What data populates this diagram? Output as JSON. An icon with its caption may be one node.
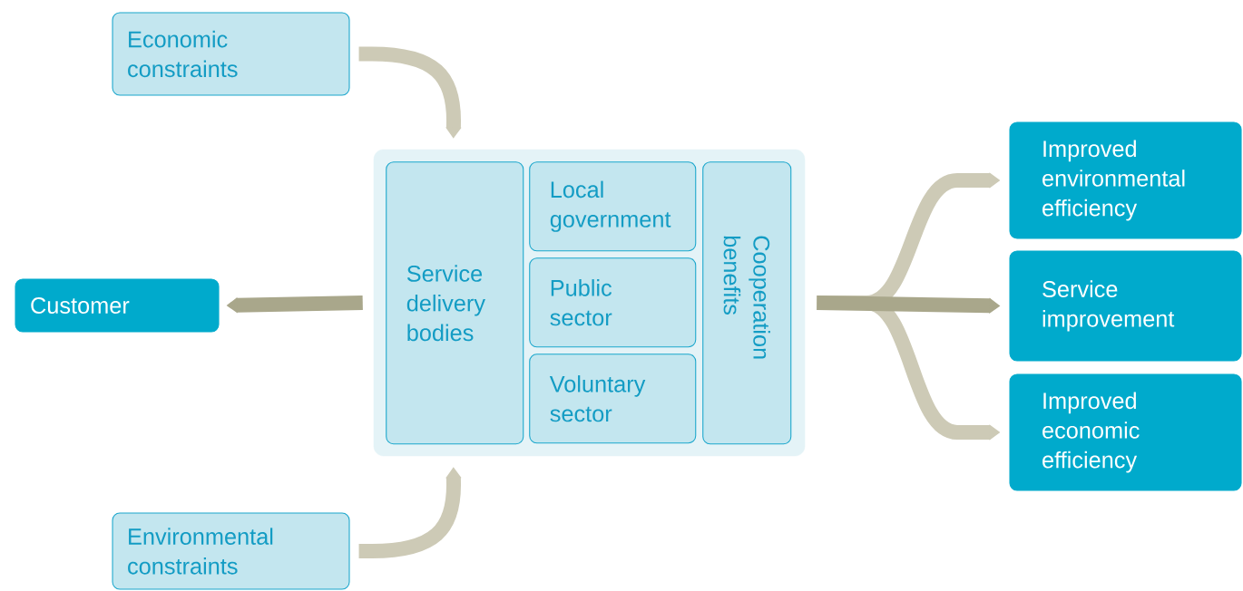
{
  "diagram": {
    "nodes": [
      {
        "text": [
          "Economic constraints"
        ]
      },
      {
        "text": [
          "Customer"
        ]
      },
      {
        "text": [
          "Environmental constraints"
        ]
      },
      {
        "text": [],
        "shape": "box"
      },
      {
        "text": [
          "Service delivery bodies"
        ],
        "in": 3
      },
      {
        "text": [
          "Local government"
        ],
        "in": 3
      },
      {
        "text": [
          "Public sector"
        ],
        "in": 3
      },
      {
        "text": [
          "Voluntary sector"
        ],
        "in": 3
      },
      {
        "text": [
          "Cooperation benefits"
        ],
        "in": 3
      },
      {
        "text": [
          "Improved environmental efficiency"
        ]
      },
      {
        "text": [
          "Service improvement"
        ]
      },
      {
        "text": [
          "Improved economic efficiency"
        ]
      }
    ],
    "edges": [
      {
        "from": 0,
        "to": 3,
        "arrow": "to"
      },
      {
        "from": 2,
        "to": 3,
        "arrow": "to"
      },
      {
        "from": 3,
        "to": 1,
        "arrow": "to",
        "color": "#a9a78b"
      },
      {
        "from": 3,
        "to": 9,
        "arrow": "to"
      },
      {
        "from": 3,
        "to": 11,
        "arrow": "to"
      },
      {
        "from": 3,
        "to": 10,
        "arrow": "to",
        "color": "#a9a78b"
      }
    ]
  }
}
